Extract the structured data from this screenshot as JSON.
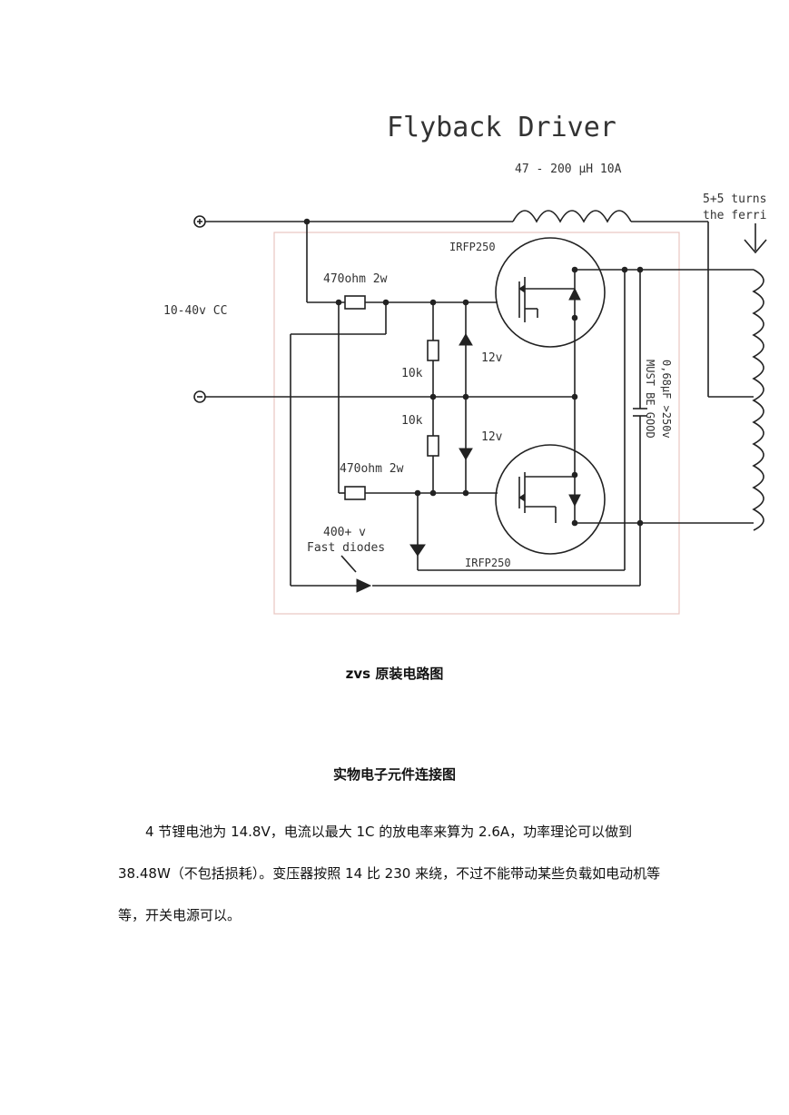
{
  "schematic": {
    "title": "Flyback Driver",
    "inductor_label": "47 - 200 µH 10A",
    "turns_label_1": "5+5 turns",
    "turns_label_2": "the ferri",
    "mosfet_top_label": "IRFP250",
    "mosfet_bottom_label": "IRFP250",
    "resistor_top_label": "470ohm 2w",
    "resistor_bottom_label": "470ohm 2w",
    "voltage_label": "10-40v CC",
    "r10k_top": "10k",
    "r10k_bottom": "10k",
    "zener_top": "12v",
    "zener_bottom": "12v",
    "capacitor_label_1": "0,68µF >250v",
    "capacitor_label_2": "MUST BE GOOD",
    "diodes_label_1": "400+ v",
    "diodes_label_2": "Fast diodes",
    "plus_symbol": "⊕",
    "minus_symbol": "⊖"
  },
  "captions": {
    "figure_caption": "zvs 原装电路图",
    "section_heading": "实物电子元件连接图"
  },
  "body": {
    "paragraph": "4 节锂电池为 14.8V，电流以最大 1C 的放电率来算为 2.6A，功率理论可以做到 38.48W（不包括损耗）。变压器按照 14 比 230 来绕，不过不能带动某些负载如电动机等等，开关电源可以。"
  }
}
